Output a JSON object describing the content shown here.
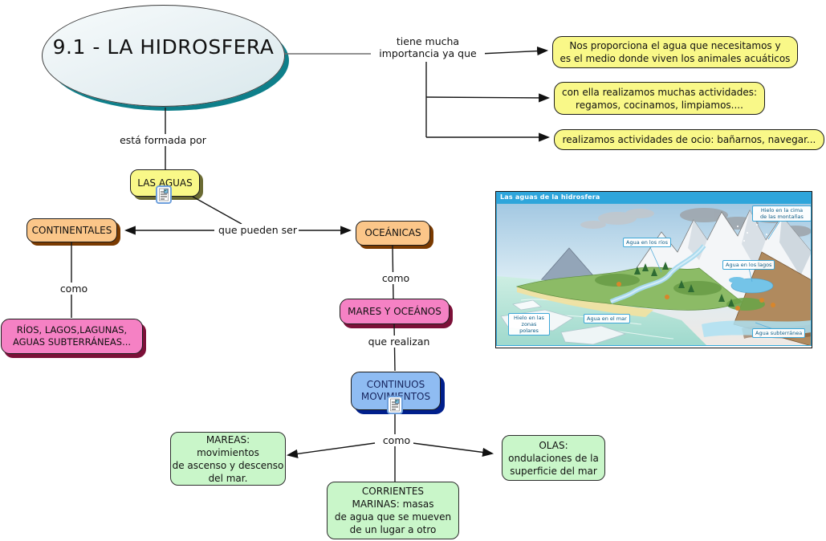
{
  "root": {
    "title": "9.1 - LA HIDROSFERA"
  },
  "linking_phrases": {
    "importance": "tiene mucha\nimportancia ya que",
    "formed_by": "está formada por",
    "can_be": "que pueden ser",
    "como_continentales": "como",
    "como_oceanicas": "como",
    "que_realizan": "que realizan",
    "como_movimientos": "como"
  },
  "nodes": {
    "benefit_water": "Nos proporciona el agua que necesitamos y\nes el medio donde viven los animales acuáticos",
    "benefit_activities": "con ella realizamos muchas actividades:\nregamos, cocinamos, limpiamos....",
    "benefit_leisure": "realizamos actividades de ocio: bañarnos, navegar...",
    "las_aguas": "LAS AGUAS",
    "continentales": "CONTINENTALES",
    "oceanicas": "OCEÁNICAS",
    "rios_lagos": "RÍOS, LAGOS,LAGUNAS,\nAGUAS SUBTERRÁNEAS...",
    "mares_oceanos": "MARES Y OCEÁNOS",
    "continuos_movimientos": "CONTINUOS\nMOVIMIENTOS",
    "mareas": "MAREAS:\nmovimientos\nde ascenso y descenso\ndel mar.",
    "olas": "OLAS:\nondulaciones de la\nsuperficie del mar",
    "corrientes": "CORRIENTES\nMARINAS: masas\nde agua que se mueven\nde un lugar a otro"
  },
  "icons": {
    "las_aguas_resource": "resource-image-icon",
    "movimientos_resource": "resource-image-icon"
  },
  "illustration": {
    "title": "Las aguas de la hidrosfera",
    "labels": [
      "Hielo en la cima\nde las montañas",
      "Agua en los ríos",
      "Agua en los lagos",
      "Hielo en las\nzonas polares",
      "Agua en el mar",
      "Agua subterránea"
    ]
  },
  "colors": {
    "node_yellow": "#F9F888",
    "node_orange": "#FBC689",
    "node_pink": "#F581C4",
    "node_blue": "#8FBCF2",
    "node_green": "#C9F6C9",
    "ellipse_fill": "#E8F1F4",
    "ellipse_shadow": "#0E7F8A",
    "image_header_blue": "#2EA5DB"
  }
}
